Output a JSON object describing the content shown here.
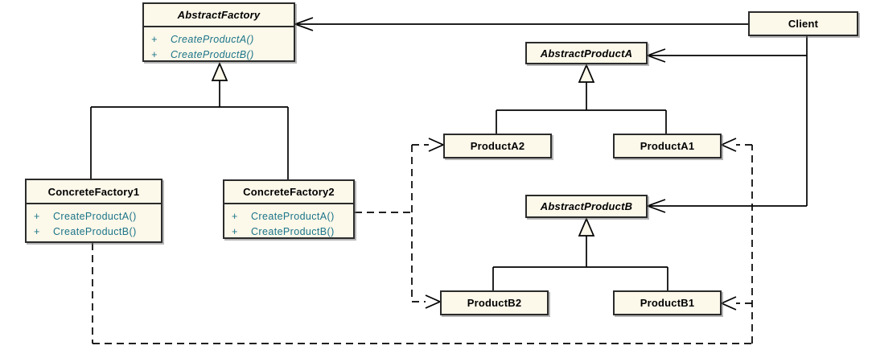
{
  "colors": {
    "box_fill": "#FCF8EA",
    "box_border": "#2B2B2B",
    "line": "#000000",
    "method_text": "#1B7489",
    "title_text": "#000000",
    "background": "#FFFFFF"
  },
  "classes": {
    "abstractFactory": {
      "name": "AbstractFactory",
      "abstract": true,
      "methods": [
        {
          "vis": "+",
          "name": "CreateProductA()"
        },
        {
          "vis": "+",
          "name": "CreateProductB()"
        }
      ]
    },
    "client": {
      "name": "Client"
    },
    "abstractProductA": {
      "name": "AbstractProductA",
      "abstract": true
    },
    "productA2": {
      "name": "ProductA2"
    },
    "productA1": {
      "name": "ProductA1"
    },
    "abstractProductB": {
      "name": "AbstractProductB",
      "abstract": true
    },
    "productB2": {
      "name": "ProductB2"
    },
    "productB1": {
      "name": "ProductB1"
    },
    "concreteFactory1": {
      "name": "ConcreteFactory1",
      "methods": [
        {
          "vis": "+",
          "name": "CreateProductA()"
        },
        {
          "vis": "+",
          "name": "CreateProductB()"
        }
      ]
    },
    "concreteFactory2": {
      "name": "ConcreteFactory2",
      "methods": [
        {
          "vis": "+",
          "name": "CreateProductA()"
        },
        {
          "vis": "+",
          "name": "CreateProductB()"
        }
      ]
    }
  },
  "relationships": [
    {
      "type": "association",
      "from": "Client",
      "to": "AbstractFactory"
    },
    {
      "type": "association",
      "from": "Client",
      "to": "AbstractProductA"
    },
    {
      "type": "association",
      "from": "Client",
      "to": "AbstractProductB"
    },
    {
      "type": "generalization",
      "from": "ConcreteFactory1",
      "to": "AbstractFactory"
    },
    {
      "type": "generalization",
      "from": "ConcreteFactory2",
      "to": "AbstractFactory"
    },
    {
      "type": "generalization",
      "from": "ProductA2",
      "to": "AbstractProductA"
    },
    {
      "type": "generalization",
      "from": "ProductA1",
      "to": "AbstractProductA"
    },
    {
      "type": "generalization",
      "from": "ProductB2",
      "to": "AbstractProductB"
    },
    {
      "type": "generalization",
      "from": "ProductB1",
      "to": "AbstractProductB"
    },
    {
      "type": "dependency",
      "from": "ConcreteFactory2",
      "to": "ProductA2"
    },
    {
      "type": "dependency",
      "from": "ConcreteFactory2",
      "to": "ProductB2"
    },
    {
      "type": "dependency",
      "from": "ConcreteFactory1",
      "to": "ProductA1"
    },
    {
      "type": "dependency",
      "from": "ConcreteFactory1",
      "to": "ProductB1"
    }
  ]
}
